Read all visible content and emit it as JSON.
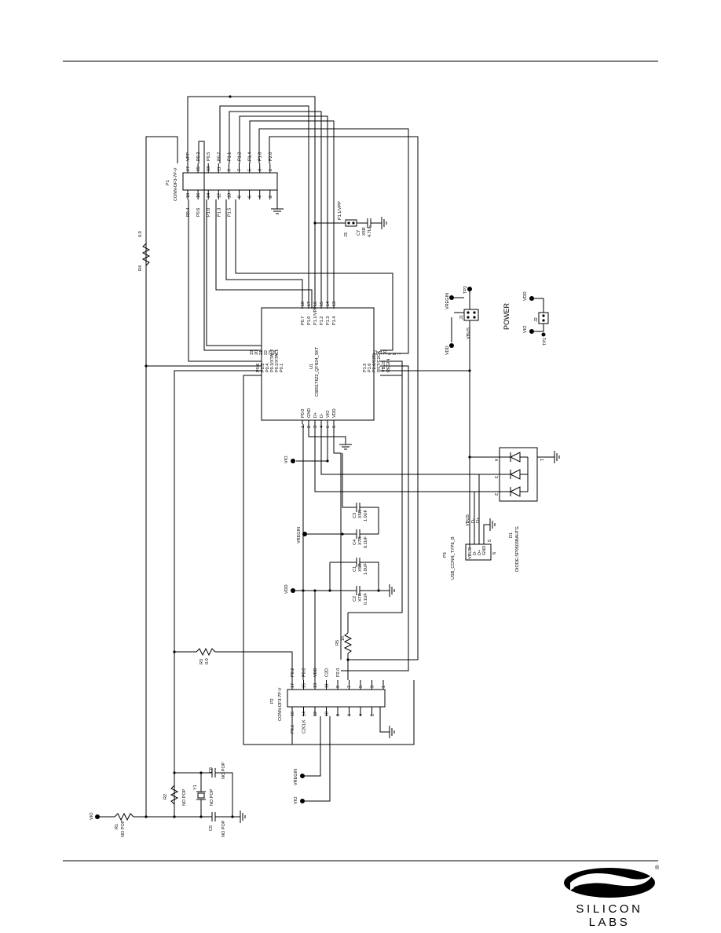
{
  "parts": {
    "P1": {
      "ref": "P1",
      "value": "CONN-DF3-7P-V",
      "top_pins": [
        "17",
        "15",
        "13",
        "11",
        "9",
        "7",
        "5",
        "3",
        "1"
      ],
      "top_labels": [
        "VPP",
        "P0.3",
        "P0.5",
        "P0.7",
        "P1.1",
        "P1.2",
        "P1.4",
        "P1.6",
        "P2.0"
      ],
      "bot_pins": [
        "18",
        "16",
        "14",
        "12",
        "10",
        "8",
        "6",
        "4",
        "2"
      ],
      "bot_labels": [
        "P0.4",
        "P0.6",
        "P1.0",
        "P1.3",
        "P1.5"
      ]
    },
    "U1": {
      "ref": "U1",
      "value": "C8051T622_QFN24_SKT",
      "top_pins": [
        "18",
        "17",
        "16",
        "15",
        "14",
        "13"
      ],
      "top_labels": [
        "P0.7",
        "P1.0",
        "P1.1/VPP",
        "P1.2",
        "P1.3",
        "P1.4"
      ],
      "left_pins": [
        "19",
        "20",
        "21",
        "22",
        "23",
        "24"
      ],
      "left_labels": [
        "P0.6",
        "P0.5",
        "P0.4",
        "P0.3/XTAL2",
        "P0.2/XTAL1",
        "P0.1"
      ],
      "right_pins": [
        "12",
        "11",
        "10",
        "9",
        "8",
        "7"
      ],
      "right_labels": [
        "P1.5",
        "P1.6",
        "P2.0/C2D",
        "RST/C2CK",
        "VBUS",
        "REGIN"
      ],
      "bot_pins": [
        "1",
        "2",
        "3",
        "4",
        "5",
        "6"
      ],
      "bot_labels": [
        "P0.0",
        "GND",
        "D+",
        "D-",
        "VIO",
        "VDD"
      ]
    },
    "P2": {
      "ref": "P2",
      "value": "CONN-DF3-7P-V",
      "top_pins": [
        "17",
        "15",
        "13",
        "11",
        "9",
        "7",
        "5",
        "3",
        "1"
      ],
      "top_labels": [
        "P0.2",
        "P0.0",
        "VDD",
        "C2D",
        "P2.0"
      ],
      "bot_pins": [
        "16",
        "14",
        "12",
        "10",
        "8",
        "6",
        "4",
        "2"
      ],
      "bot_labels": [
        "P0.1",
        "C2CLK"
      ]
    },
    "J3": {
      "ref": "J3",
      "net": "P1.1/VPP"
    },
    "C7": {
      "ref": "C7",
      "type": "X5R",
      "value": "4.7UF"
    },
    "R4": {
      "ref": "R4",
      "value": "0.0"
    },
    "C3": {
      "ref": "C3",
      "type": "X5R",
      "value": "1.0UF"
    },
    "C4": {
      "ref": "C4",
      "type": "X7R",
      "value": "0.1UF"
    },
    "C1": {
      "ref": "C1",
      "type": "X5R",
      "value": "1.0UF"
    },
    "C2": {
      "ref": "C2",
      "type": "X7R",
      "value": "0.1UF"
    },
    "R5": {
      "ref": "R5",
      "value": "1K"
    },
    "R3": {
      "ref": "R3",
      "value": "0.0"
    },
    "R1": {
      "ref": "R1",
      "value": "NO POP"
    },
    "R2": {
      "ref": "R2",
      "value": "NO POP"
    },
    "C6": {
      "ref": "C6",
      "value": "NO POP"
    },
    "C5": {
      "ref": "C5",
      "value": "NO POP"
    },
    "Y1": {
      "ref": "Y1",
      "value": "NO POP"
    },
    "D1": {
      "ref": "D1",
      "value": "DIODE-SP0503BAHTG",
      "pins": [
        "1",
        "2",
        "3",
        "4"
      ]
    },
    "P3": {
      "ref": "P3",
      "value": "USB_CONN_TYPE_B",
      "pins": [
        "1",
        "2",
        "3",
        "4",
        "5",
        "6"
      ],
      "labels": [
        "VBUS",
        "D-",
        "D+",
        "GND"
      ]
    },
    "J1": {
      "ref": "J1",
      "pins": [
        "1",
        "2",
        "3",
        "4"
      ]
    },
    "J2": {
      "ref": "J2"
    },
    "TP1": {
      "ref": "TP1"
    },
    "TP2": {
      "ref": "TP2"
    }
  },
  "nets": {
    "vio": "VIO",
    "vdd": "VDD",
    "vregin": "VREGIN",
    "vbus": "VBUS",
    "d_minus": "D-",
    "d_plus": "D+"
  },
  "section_label": "POWER",
  "logo": {
    "text": "SILICON LABS",
    "registered": "®"
  }
}
